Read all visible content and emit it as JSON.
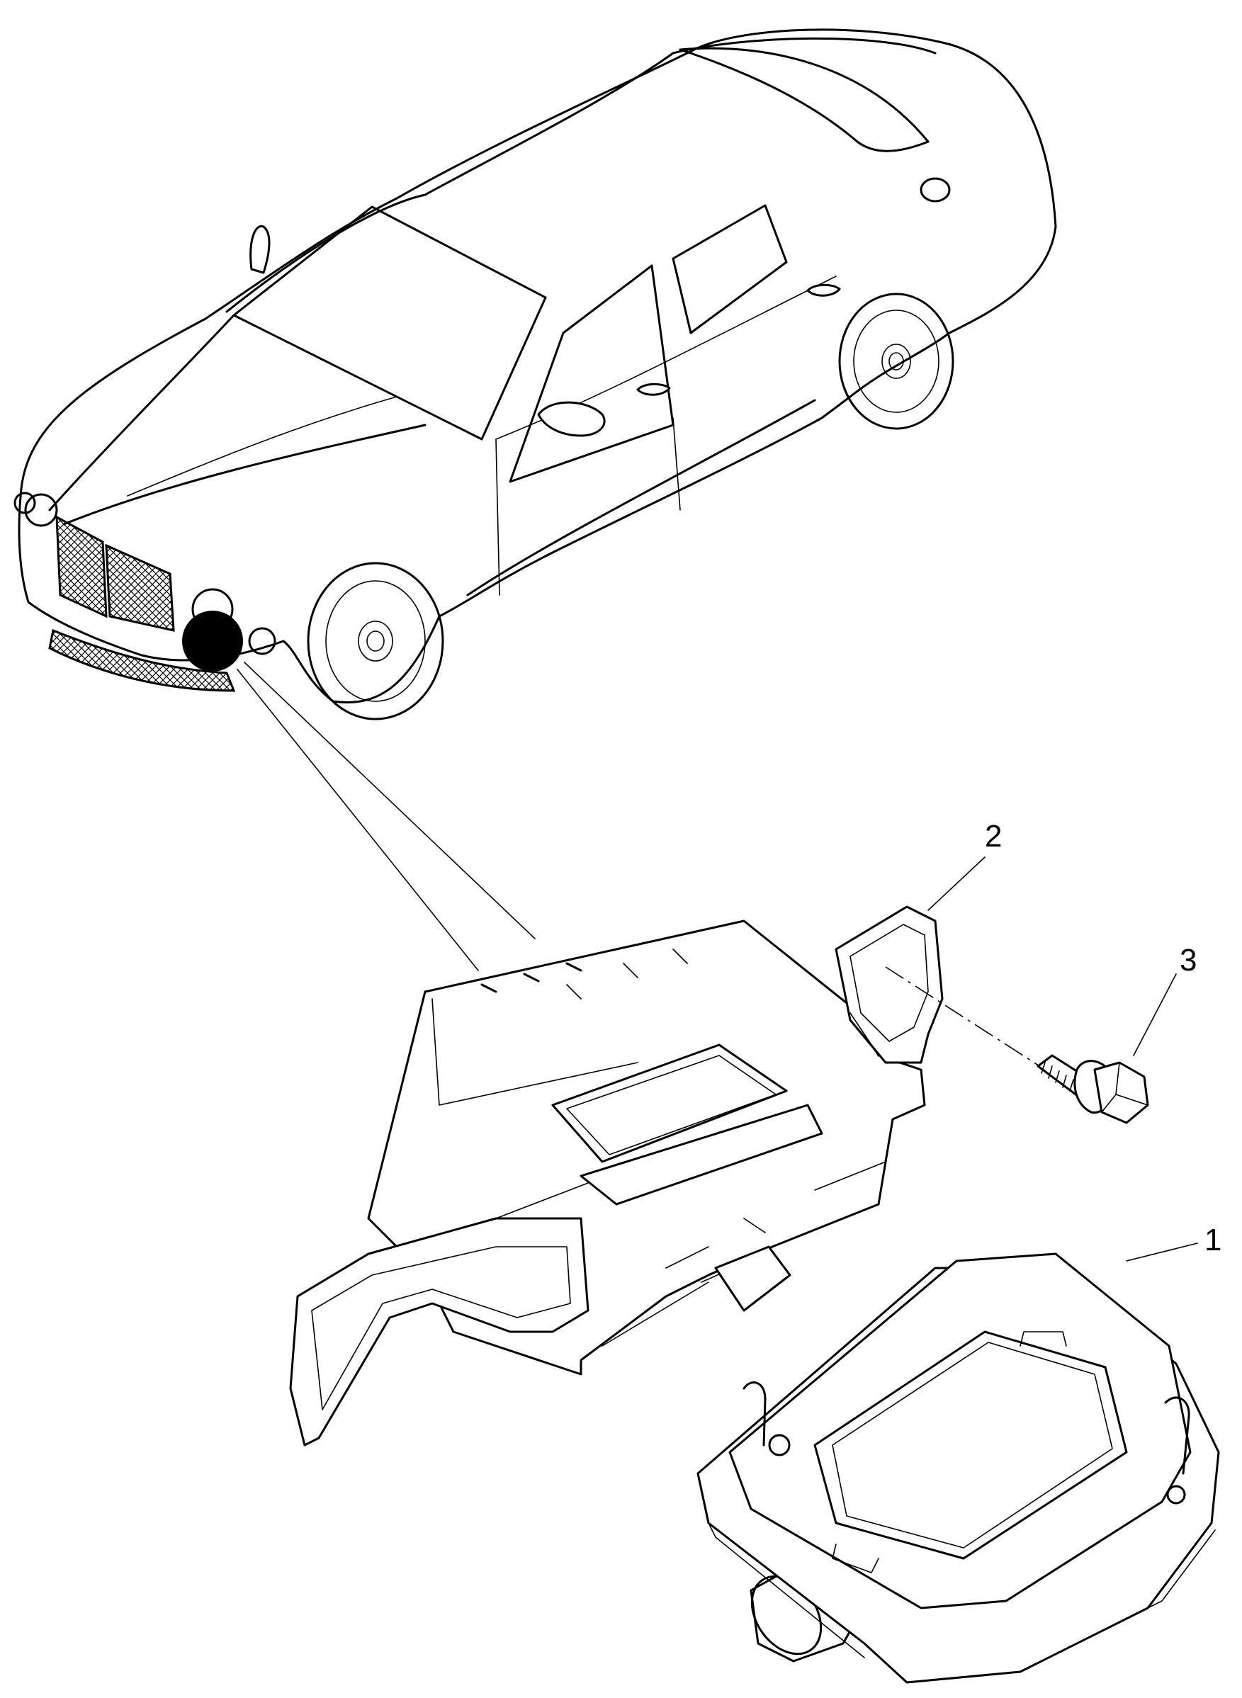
{
  "diagram": {
    "callouts": [
      {
        "id": "1",
        "label": "1",
        "part": "sensor-module"
      },
      {
        "id": "2",
        "label": "2",
        "part": "mounting-bracket"
      },
      {
        "id": "3",
        "label": "3",
        "part": "bolt"
      }
    ],
    "colors": {
      "ink": "#000000",
      "background": "#ffffff"
    }
  }
}
